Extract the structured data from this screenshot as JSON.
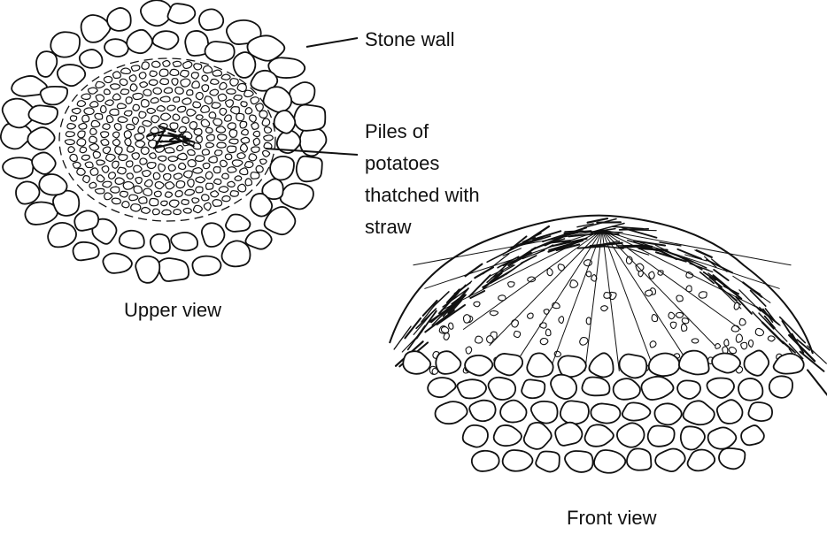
{
  "labels": {
    "stone_wall": "Stone wall",
    "piles": [
      "Piles of",
      "potatoes",
      "thatched with",
      "straw"
    ]
  },
  "captions": {
    "upper_view": "Upper view",
    "front_view": "Front view"
  },
  "colors": {
    "ink": "#111111",
    "paper": "#ffffff"
  }
}
